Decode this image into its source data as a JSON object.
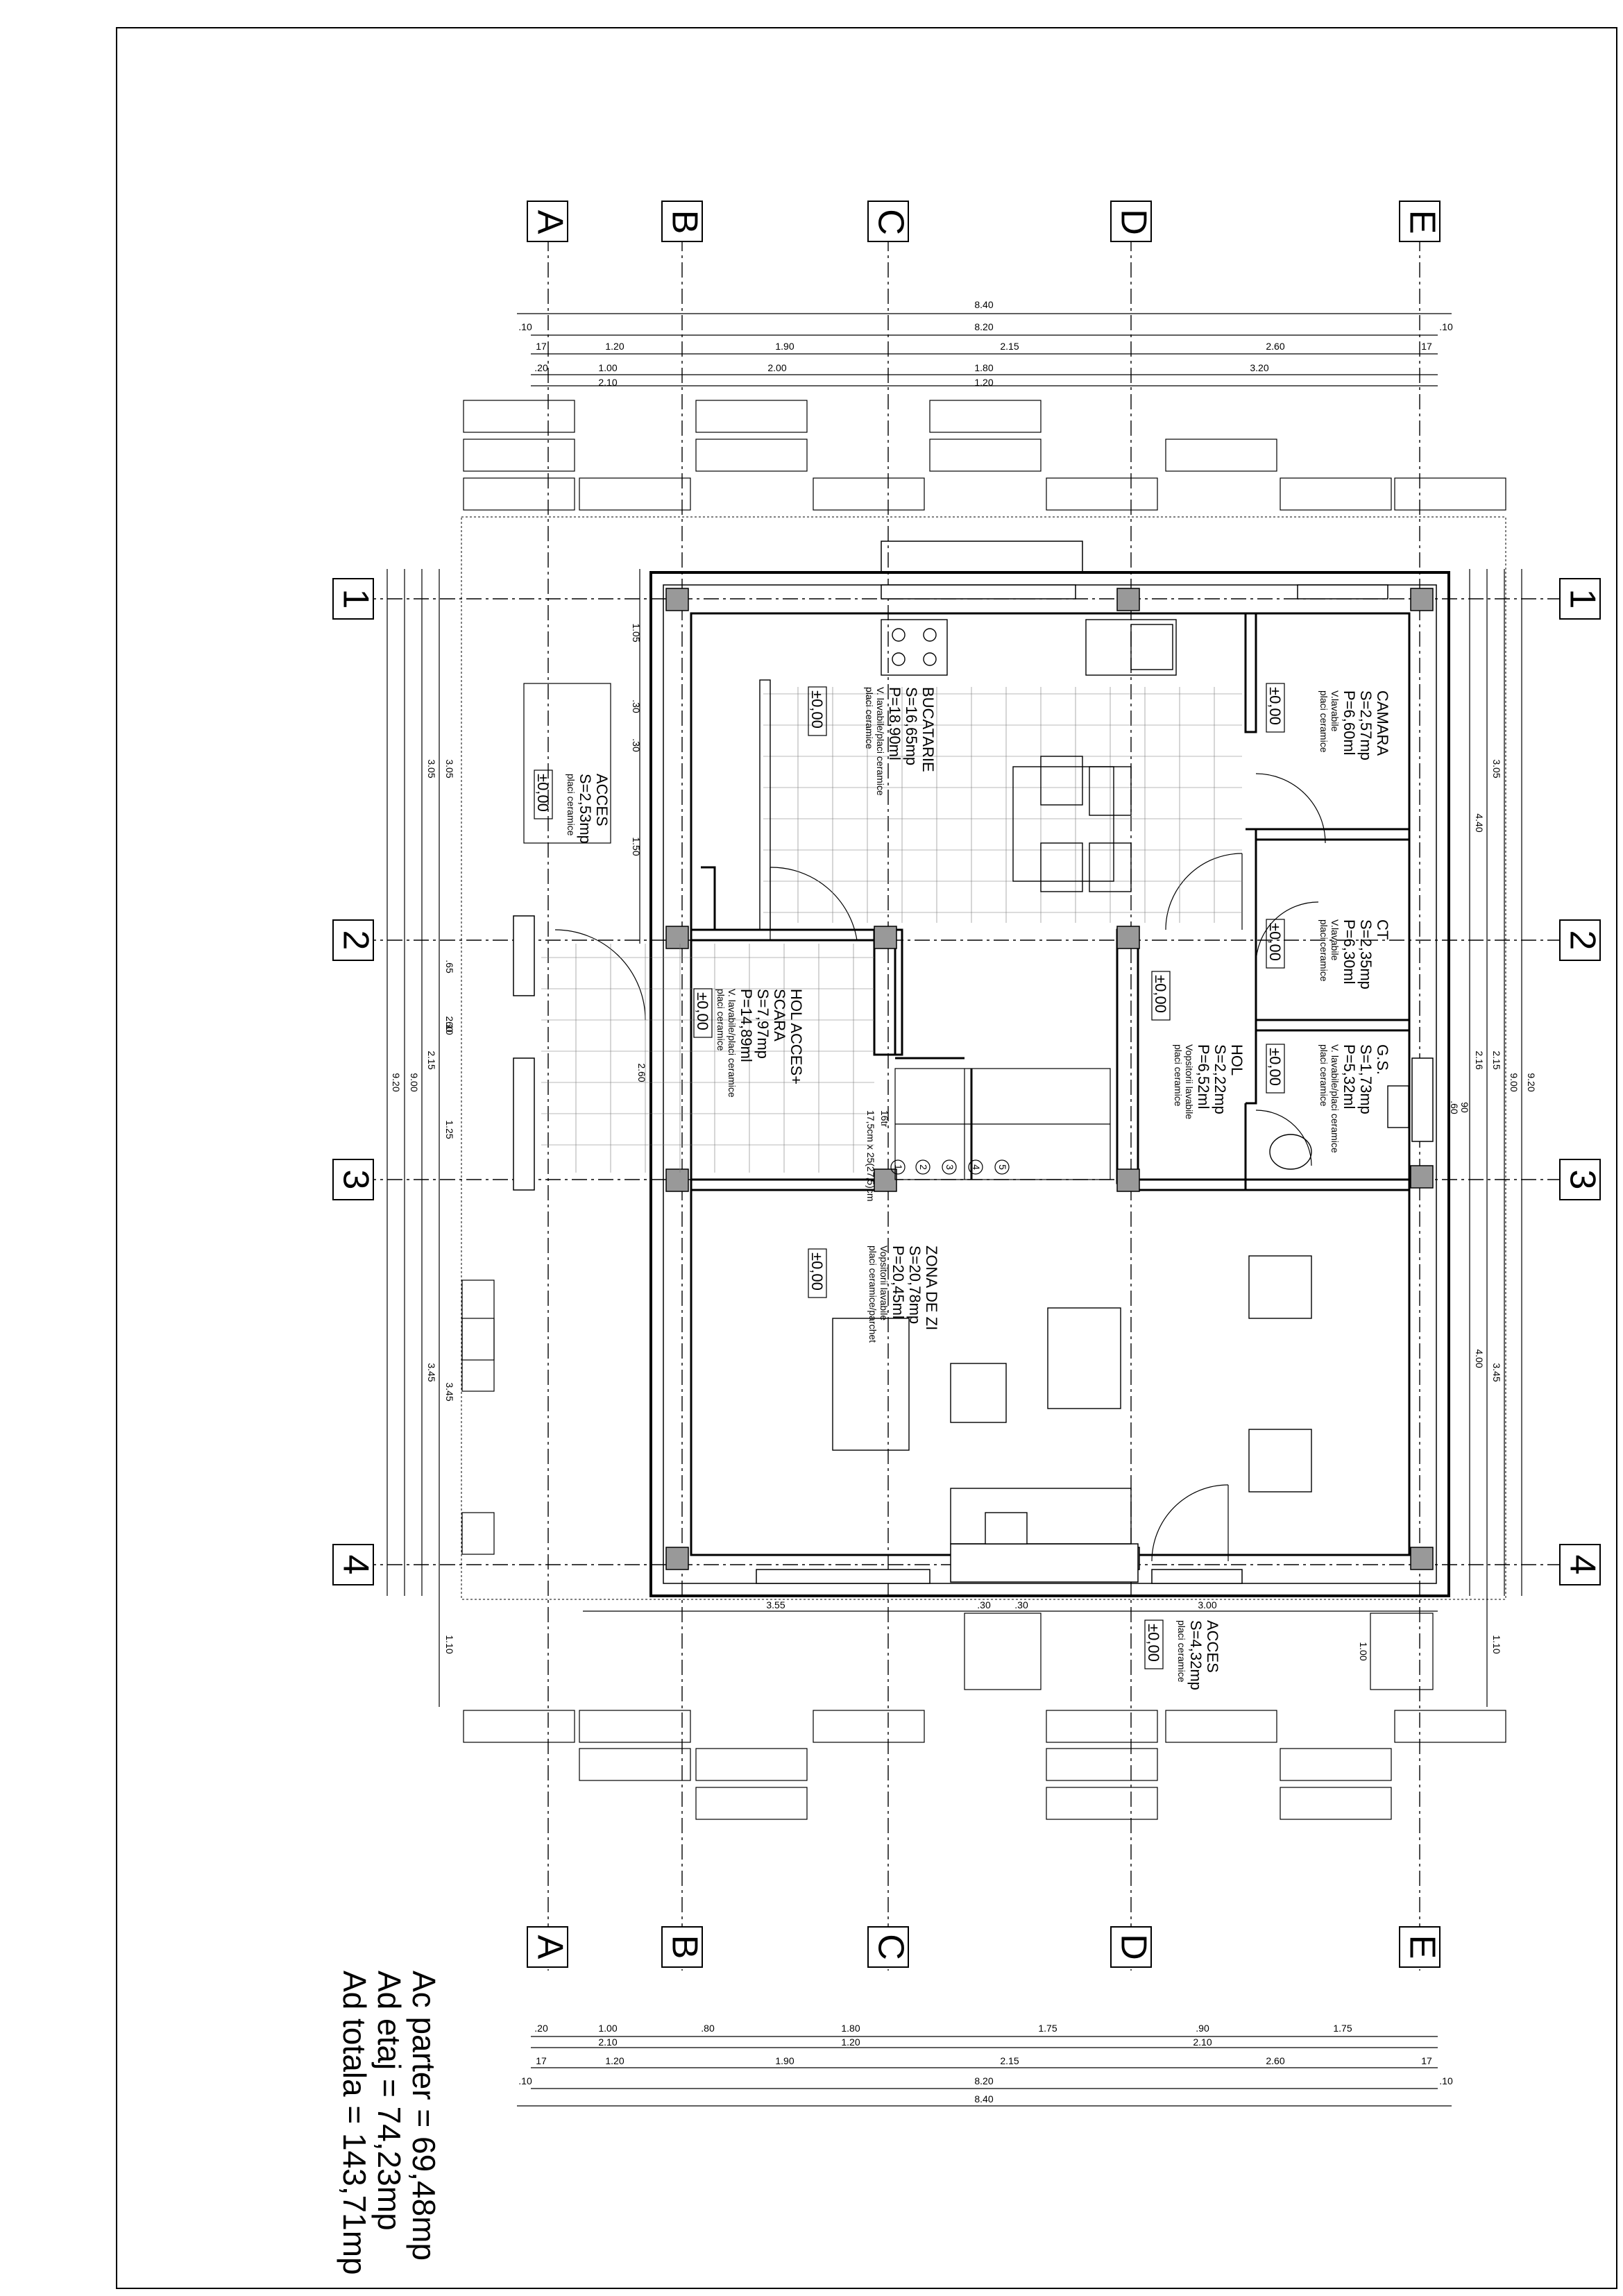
{
  "axes": {
    "columns": [
      "A",
      "B",
      "C",
      "D",
      "E"
    ],
    "rows": [
      "1",
      "2",
      "3",
      "4"
    ]
  },
  "dimensions": {
    "top_overall": "8.40",
    "top_inner": "8.20",
    "top_wall": ".10",
    "top_wall_right": ".10",
    "top_grid": [
      "17",
      "1.20",
      "1.90",
      "2.15",
      "2.60",
      "17"
    ],
    "top_openings": [
      ".20",
      "1.00",
      "2.00",
      "1.80",
      "3.20"
    ],
    "top_openings_sub": [
      "2.10",
      "1.20"
    ],
    "bottom_openings": [
      ".20",
      "1.00",
      ".80",
      "1.80",
      "1.75",
      ".90",
      "1.75"
    ],
    "bottom_openings_sub": [
      "2.10",
      "1.20",
      "2.10"
    ],
    "bottom_grid": [
      "17",
      "1.20",
      "1.90",
      "2.15",
      "2.60",
      "17"
    ],
    "bottom_inner": "8.20",
    "bottom_overall": "8.40",
    "bottom_wall": ".10",
    "bottom_wall_right": ".10",
    "left_overall": "9.20",
    "left_inner": "9.00",
    "left_grid": [
      "3.05",
      "2.15",
      "3.45"
    ],
    "left_grid2": [
      "3.05",
      "2.10",
      "3.45",
      "1.10"
    ],
    "left_sub": [
      "1.05",
      ".30",
      ".30",
      "1.50",
      ".65",
      ".60",
      "1.25",
      "2.60"
    ],
    "right_overall": "9.20",
    "right_inner": "9.00",
    "right_grid": [
      "3.05",
      "2.15",
      "3.45"
    ],
    "right_sub": [
      "4.40",
      "2.16",
      "4.00",
      ".60",
      "90",
      "1.10"
    ],
    "bottom_extra": [
      "3.55",
      ".30",
      ".30",
      "3.00",
      "1.00"
    ]
  },
  "rooms": [
    {
      "name": "CAMARA",
      "area": "S=2,57mp",
      "perim": "P=6,60ml",
      "finish1": "V.lavabile",
      "finish2": "placi ceramice",
      "level": "±0,00"
    },
    {
      "name": "BUCATARIE",
      "area": "S=16,65mp",
      "perim": "P=18,90ml",
      "finish1": "V. lavabile/placi ceramice",
      "finish2": "placi ceramice",
      "level": "±0,00"
    },
    {
      "name": "ACCES",
      "area": "S=2,53mp",
      "perim": "",
      "finish1": "placi ceramice",
      "finish2": "",
      "level": "±0,00"
    },
    {
      "name": "CT",
      "area": "S=2,35mp",
      "perim": "P=6,30ml",
      "finish1": "V.lavabile",
      "finish2": "placi ceramice",
      "level": "±0,00"
    },
    {
      "name": "HOL ACCES+",
      "name2": "SCARA",
      "area": "S=7,97mp",
      "perim": "P=14,89ml",
      "finish1": "V. lavabile/placi ceramice",
      "finish2": "placi ceramice",
      "level": "±0,00"
    },
    {
      "name": "HOL",
      "area": "S=2,22mp",
      "perim": "P=6,52ml",
      "finish1": "Vopsitorii lavabile",
      "finish2": "placi ceramice",
      "level": "±0,00"
    },
    {
      "name": "G.S.",
      "area": "S=1,73mp",
      "perim": "P=5,32ml",
      "finish1": "V. lavabile/placi ceramice",
      "finish2": "placi ceramice",
      "level": "±0,00"
    },
    {
      "name": "ZONA DE ZI",
      "area": "S=20,78mp",
      "perim": "P=20,45ml",
      "finish1": "Vopsitorii lavabile",
      "finish2": "placi ceramice/parchet",
      "level": "±0,00"
    },
    {
      "name": "ACCES",
      "area": "S=4,32mp",
      "perim": "",
      "finish1": "placi ceramice",
      "finish2": "",
      "level": "±0,00"
    }
  ],
  "stair": {
    "label": "16tr",
    "spec": "17,5cm x 25(27,5)cm",
    "steps": [
      "1",
      "2",
      "3",
      "4",
      "5"
    ]
  },
  "summary": {
    "line1": "Ac parter = 69,48mp",
    "line2": "Ad etaj = 74,23mp",
    "line3": "Ad totala = 143,71mp"
  }
}
